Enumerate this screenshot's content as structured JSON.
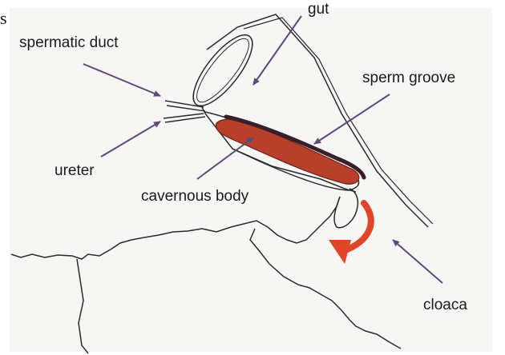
{
  "figure": {
    "edge_letter": "s",
    "labels": {
      "gut": "gut",
      "spermatic_duct": "spermatic duct",
      "sperm_groove": "sperm groove",
      "ureter": "ureter",
      "cavernous_body": "cavernous body",
      "cloaca": "cloaca"
    },
    "colors": {
      "outline": "#2a2a2a",
      "arrow": "#5e4a78",
      "cavernous_body": "#b8402a",
      "sperm_groove": "#3a1e2a",
      "flow_arrow": "#e0462a",
      "background": "#f6f6f4"
    }
  }
}
